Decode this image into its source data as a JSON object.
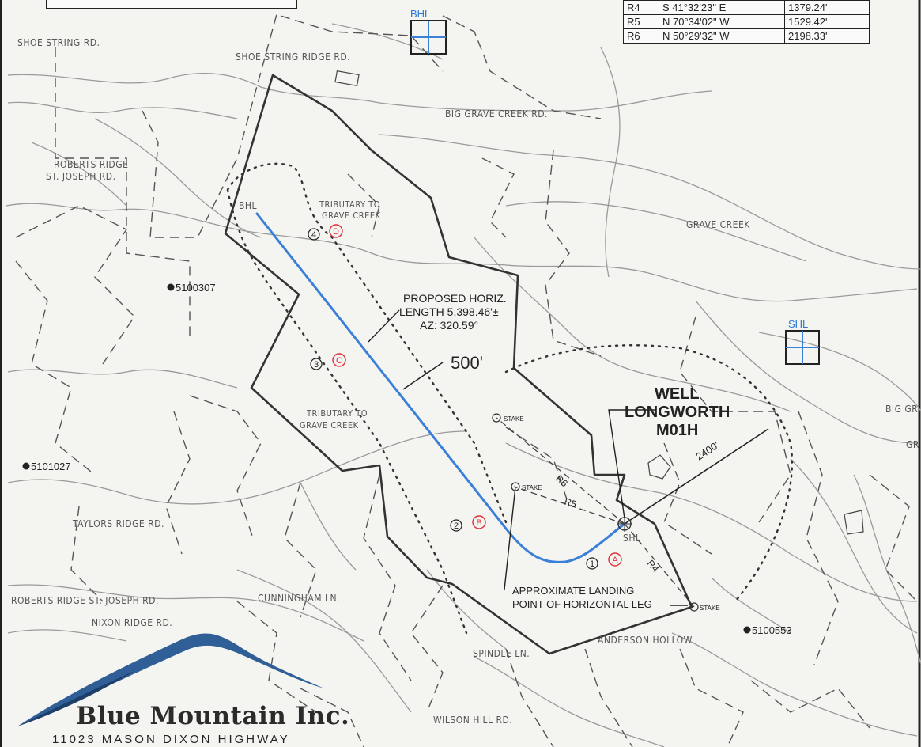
{
  "table": {
    "rows": [
      {
        "id": "R4",
        "bearing": "S 41°32'23\" E",
        "distance": "1379.24'"
      },
      {
        "id": "R5",
        "bearing": "N 70°34'02\" W",
        "distance": "1529.42'"
      },
      {
        "id": "R6",
        "bearing": "N 50°29'32\" W",
        "distance": "2198.33'"
      }
    ]
  },
  "markers": {
    "bhl_box": "BHL",
    "shl_box": "SHL",
    "bhl_line": "BHL",
    "shl_point": "SHL"
  },
  "roads": {
    "shoe_string_rd": "SHOE STRING RD.",
    "shoe_string_ridge_rd": "SHOE STRING RIDGE RD.",
    "big_grave_creek_rd": "BIG GRAVE CREEK RD.",
    "roberts_ridge_1": "ROBERTS RIDGE",
    "roberts_ridge_2": "ST. JOSEPH RD.",
    "tributary_1a": "TRIBUTARY TO",
    "tributary_1b": "GRAVE CREEK",
    "grave_creek": "GRAVE CREEK",
    "tributary_2a": "TRIBUTARY TO",
    "tributary_2b": "GRAVE CREEK",
    "taylors_ridge_rd": "TAYLORS RIDGE RD.",
    "roberts_ridge_st_joseph_rd": "ROBERTS RIDGE ST. JOSEPH RD.",
    "nixon_ridge_rd": "NIXON RIDGE RD.",
    "cunningham_ln": "CUNNINGHAM LN.",
    "spindle_ln": "SPINDLE LN.",
    "anderson_hollow": "ANDERSON HOLLOW",
    "wilson_hill_rd": "WILSON HILL RD.",
    "big_gr_right": "BIG GR",
    "gr_right": "GR"
  },
  "wells": {
    "w1": "5100307",
    "w2": "5101027",
    "w3": "5100553"
  },
  "annotations": {
    "horiz_1": "PROPOSED HORIZ.",
    "horiz_2": "LENGTH 5,398.46'±",
    "horiz_3": "AZ: 320.59°",
    "dist_500": "500'",
    "dist_2400": "2400'",
    "well_1": "WELL",
    "well_2": "LONGWORTH",
    "well_3": "M01H",
    "landing_1": "APPROXIMATE LANDING",
    "landing_2": "POINT OF HORIZONTAL LEG",
    "r4": "R4",
    "r5": "R5",
    "r6": "R6",
    "stake": "STAKE"
  },
  "points": {
    "n1": "1",
    "n2": "2",
    "n3": "3",
    "n4": "4",
    "la": "A",
    "lb": "B",
    "lc": "C",
    "ld": "D"
  },
  "logo": {
    "name": "Blue Mountain Inc.",
    "address": "11023 MASON DIXON HIGHWAY"
  },
  "colors": {
    "lateral": "#3a7fd8",
    "marker_red": "#e0303a",
    "boundary": "#333333"
  }
}
